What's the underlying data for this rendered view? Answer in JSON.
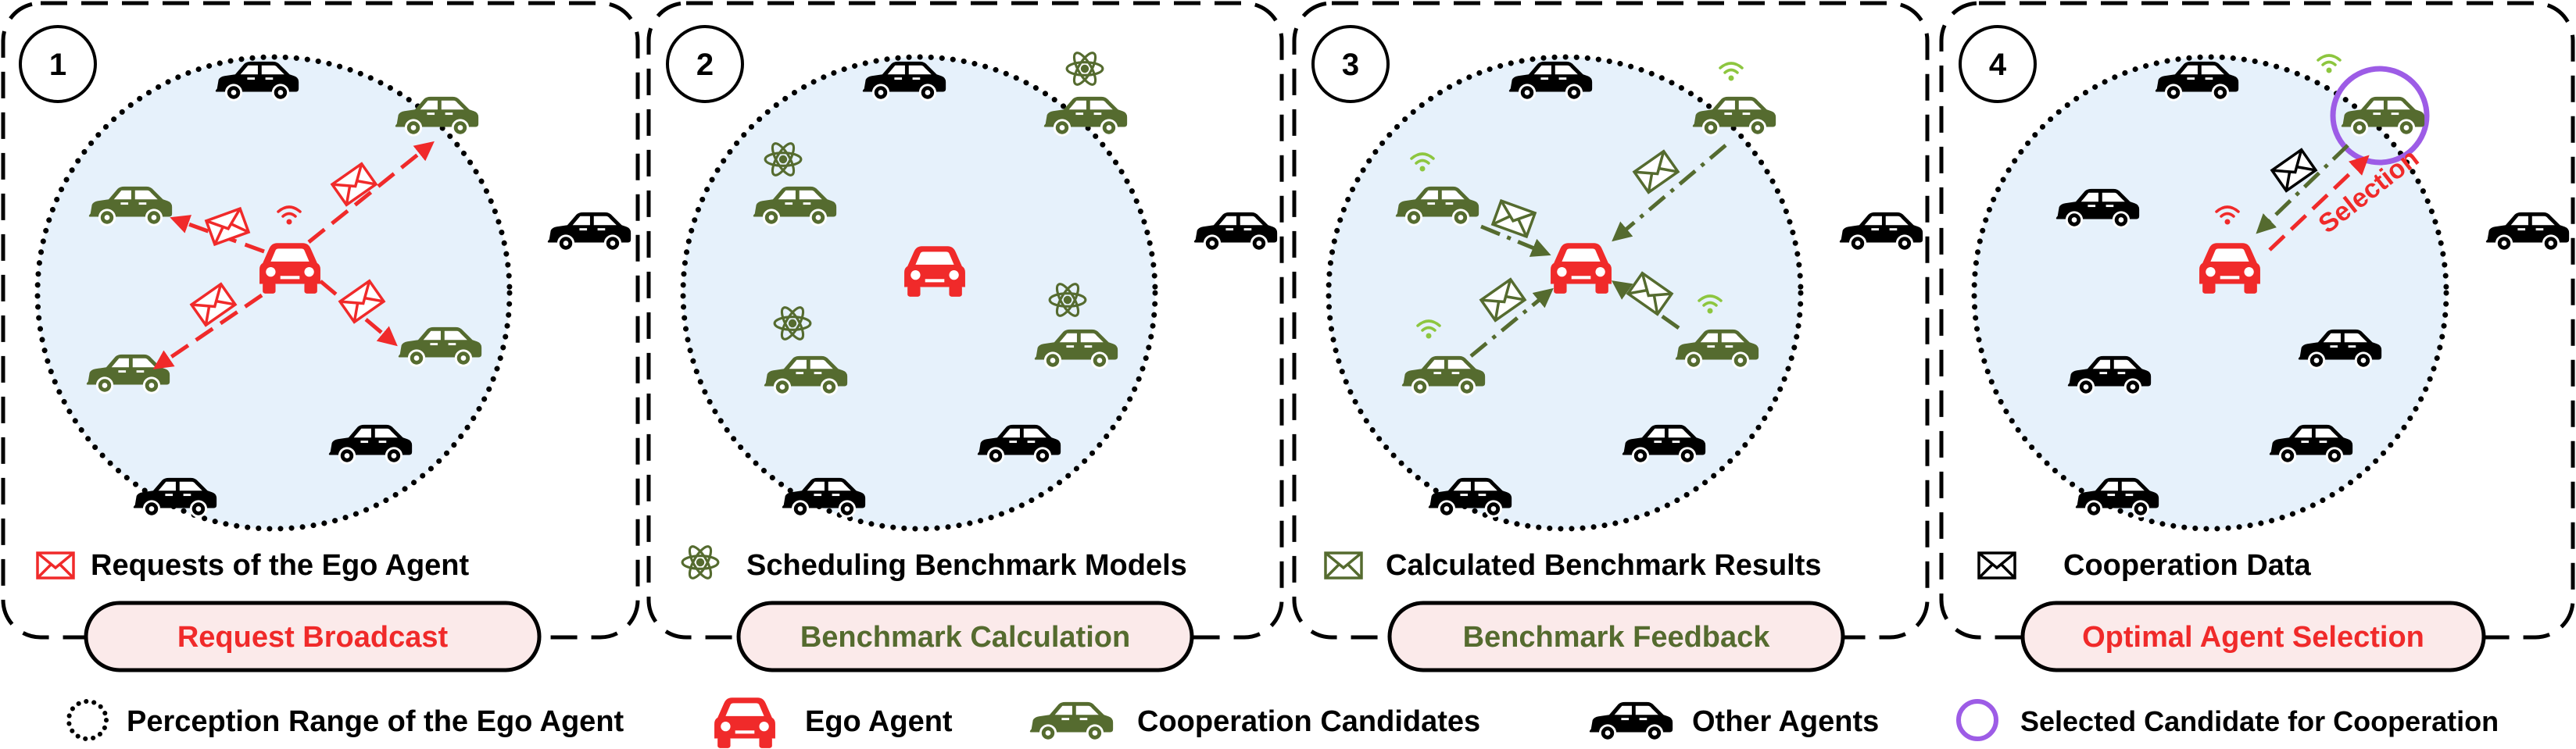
{
  "colors": {
    "ego": "#f02a2a",
    "candidate": "#556b2f",
    "other": "#000000",
    "range_fill": "#e6f1fb",
    "pill_fill": "#fbeaea",
    "selection_ring": "#9d5ce6",
    "panel1_title": "#f02a2a",
    "panel2_title": "#556b2f",
    "panel3_title": "#556b2f",
    "panel4_title": "#f02a2a"
  },
  "panels": [
    {
      "number": "1",
      "title": "Request Broadcast",
      "legend_text": "Requests of the Ego Agent",
      "legend_icon": "envelope-red-icon"
    },
    {
      "number": "2",
      "title": "Benchmark Calculation",
      "legend_text": "Scheduling Benchmark Models",
      "legend_icon": "atom-icon"
    },
    {
      "number": "3",
      "title": "Benchmark Feedback",
      "legend_text": "Calculated Benchmark Results",
      "legend_icon": "envelope-green-icon"
    },
    {
      "number": "4",
      "title": "Optimal Agent Selection",
      "legend_text": "Cooperation Data",
      "legend_icon": "envelope-black-icon",
      "arrow_label": "Selection"
    }
  ],
  "legend": [
    {
      "label": "Perception Range of the Ego Agent",
      "icon": "dotted-circle-icon"
    },
    {
      "label": "Ego Agent",
      "icon": "red-car-icon"
    },
    {
      "label": "Cooperation Candidates",
      "icon": "green-car-icon"
    },
    {
      "label": "Other Agents",
      "icon": "black-car-icon"
    },
    {
      "label": "Selected Candidate for Cooperation",
      "icon": "purple-circle-icon"
    }
  ]
}
